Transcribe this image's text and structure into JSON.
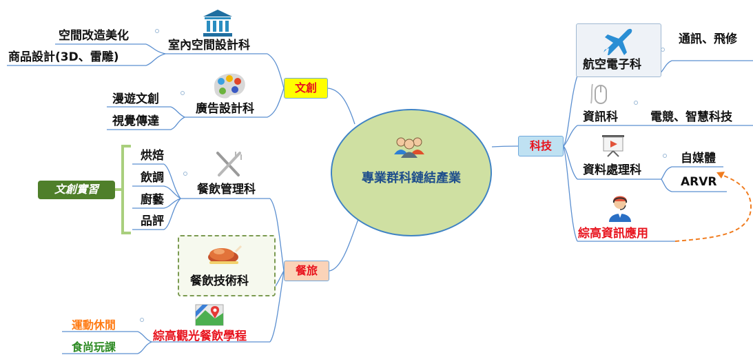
{
  "center": {
    "title": "專業群科鏈結產業",
    "icon": "people-group-icon"
  },
  "colors": {
    "line": "#5b8fd0",
    "center_fill": "#cfe0a2",
    "red_text": "#e8141e",
    "dashed_arrow": "#f07c1f"
  },
  "branches": {
    "creative": {
      "label": "文創",
      "color": "#ffff00",
      "departments": [
        {
          "name": "室內空間設計科",
          "icon": "bank-building-icon",
          "topics": [
            "空間改造美化",
            "商品設計(3D、雷雕)"
          ]
        },
        {
          "name": "廣告設計科",
          "icon": "paint-palette-icon",
          "topics": [
            "漫遊文創",
            "視覺傳達"
          ]
        }
      ]
    },
    "food": {
      "label": "餐旅",
      "color": "#fbd3b8",
      "departments": [
        {
          "name": "餐飲管理科",
          "icon": "fork-knife-icon",
          "topics": [
            "烘焙",
            "飲調",
            "廚藝",
            "品評"
          ],
          "callout": "文創實習"
        },
        {
          "name": "餐飲技術科",
          "icon": "roast-chicken-icon",
          "topics": []
        },
        {
          "name": "綜高觀光餐飲學程",
          "icon": "map-pin-icon",
          "topics": [
            "運動休閒",
            "食尚玩課"
          ]
        }
      ]
    },
    "tech": {
      "label": "科技",
      "color": "#bfe1f2",
      "departments": [
        {
          "name": "航空電子科",
          "icon": "airplane-icon",
          "topics": [
            "通訊、飛修"
          ]
        },
        {
          "name": "資訊科",
          "icon": "computer-mouse-icon",
          "topics": [
            "電競、智慧科技"
          ]
        },
        {
          "name": "資料處理科",
          "icon": "projector-screen-icon",
          "topics": [
            "自媒體",
            "ARVR"
          ]
        },
        {
          "name": "綜高資訊應用",
          "icon": "headset-agent-icon",
          "topics": []
        }
      ]
    }
  }
}
